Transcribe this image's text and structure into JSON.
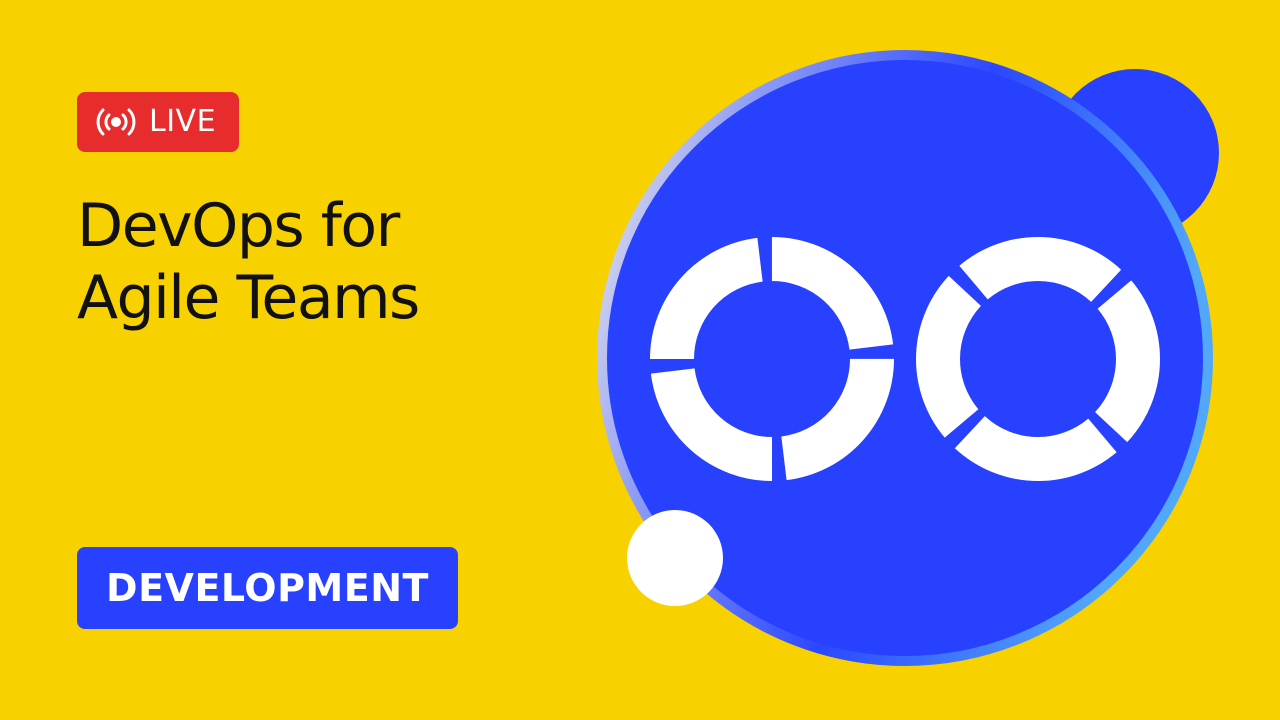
{
  "badge": {
    "live_label": "LIVE",
    "icon": "broadcast-icon",
    "color": "#E62C2C"
  },
  "title": {
    "line1": "DevOps for",
    "line2": "Agile Teams"
  },
  "category": {
    "label": "DEVELOPMENT",
    "color": "#2741FF"
  },
  "illustration": {
    "icon": "devops-infinity-icon",
    "circle_color": "#2741FF",
    "background_color": "#F7D100"
  }
}
